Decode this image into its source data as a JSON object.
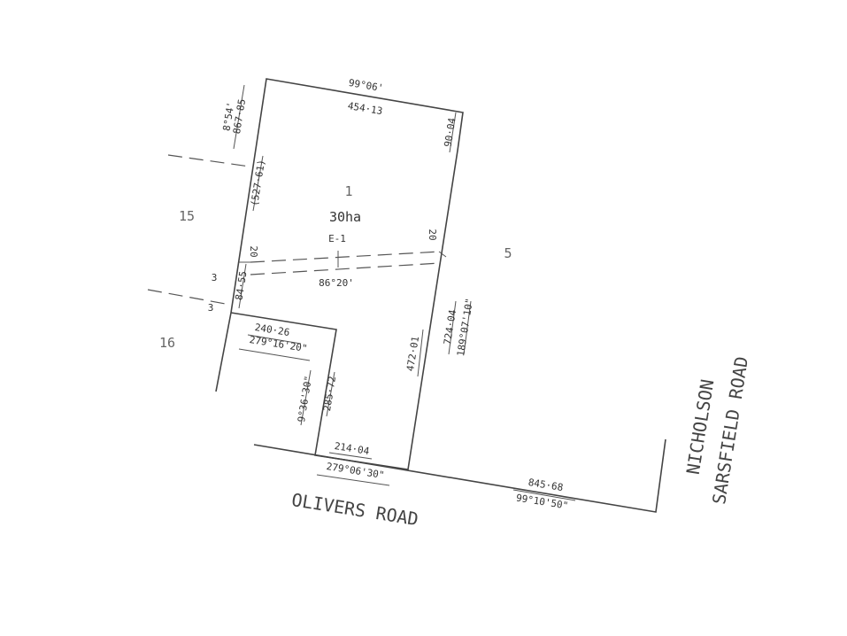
{
  "lot": {
    "number": "1",
    "area": "30ha"
  },
  "adjacent_lots": [
    "15",
    "16",
    "5"
  ],
  "easement": {
    "label": "E-1",
    "bearing": "86°20'",
    "width_left": "20",
    "width_right": "20"
  },
  "dimensions": {
    "top_bearing": "99°06'",
    "top_length": "454·13",
    "left_bearing": "8°54'",
    "left_length": "867·85",
    "left_part": "(527·61)",
    "right_top": "90·04",
    "left_lower": "84·55",
    "offset_a": "3",
    "offset_b": "3",
    "notch_top_length": "240·26",
    "notch_top_bearing": "279°16'20\"",
    "notch_side_bearing": "9°36'30\"",
    "notch_side_length": "285·72",
    "right_lower": "472·01",
    "right_length": "724·04",
    "right_bearing": "189°07'10\"",
    "front_length": "214·04",
    "front_bearing": "279°06'30\"",
    "road_length": "845·68",
    "road_bearing": "99°10'50\""
  },
  "roads": {
    "south": "OLIVERS ROAD",
    "east_1": "NICHOLSON",
    "east_2": "SARSFIELD ROAD"
  }
}
